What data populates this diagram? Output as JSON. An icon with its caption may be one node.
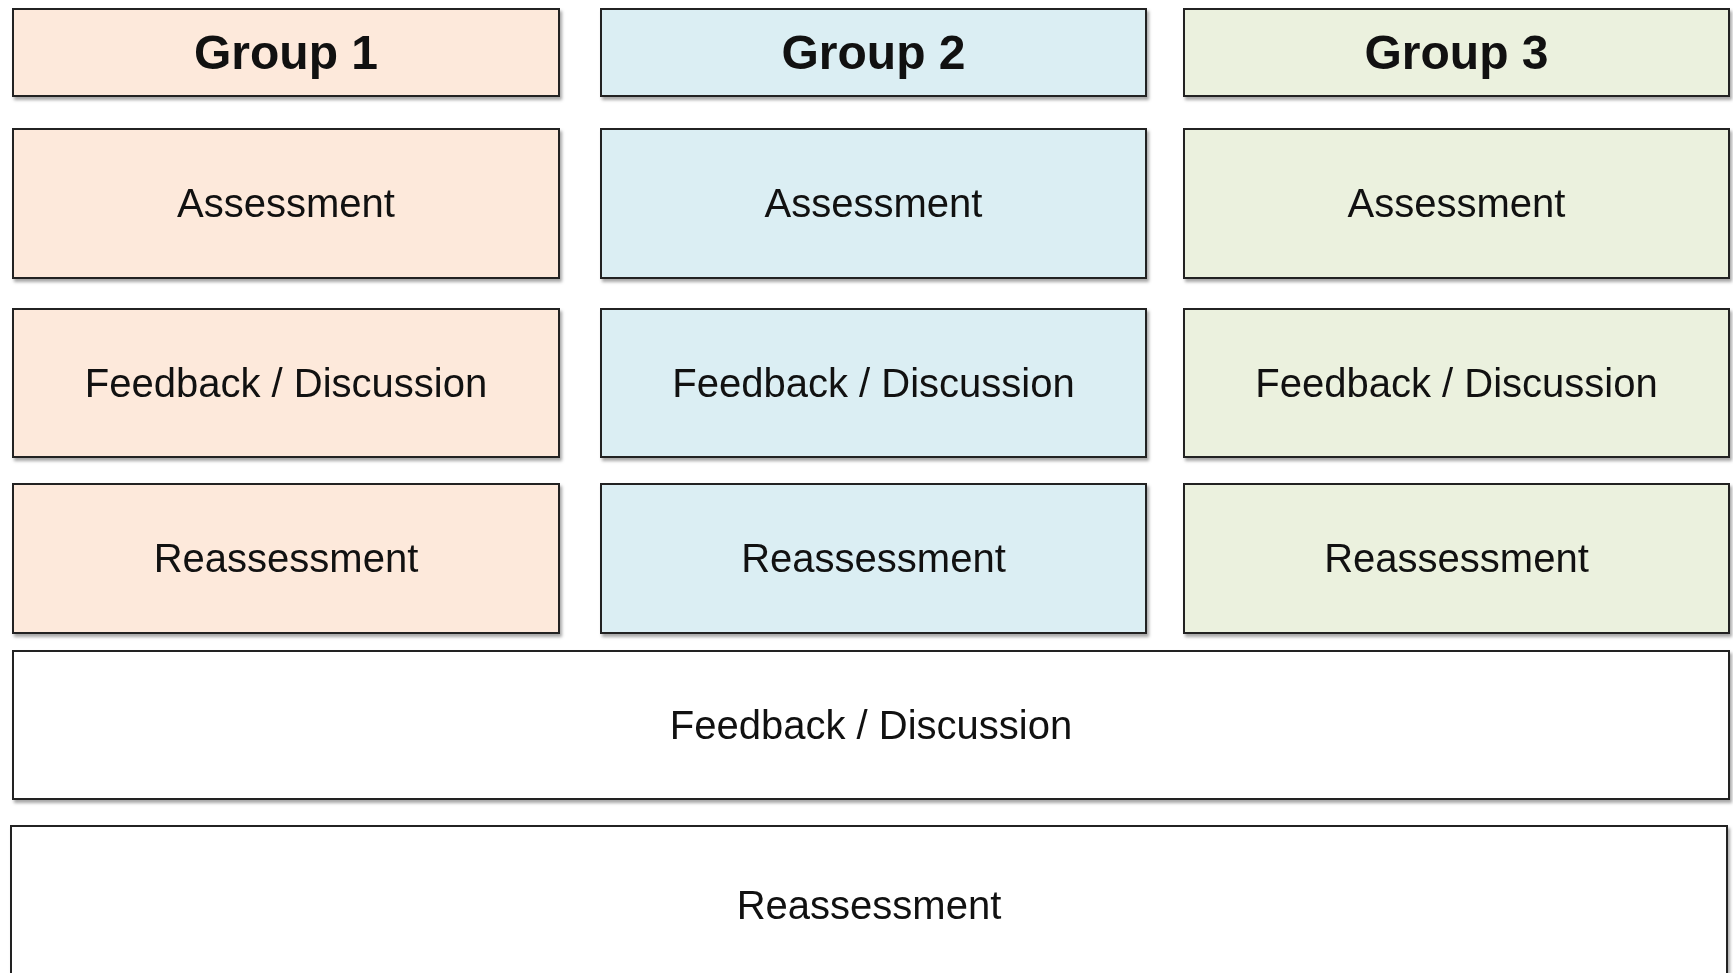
{
  "diagram": {
    "nodes": [
      {
        "text": [
          "Group 1"
        ]
      },
      {
        "text": [
          "Group 2"
        ]
      },
      {
        "text": [
          "Group 3"
        ]
      },
      {
        "text": [
          "Assessment"
        ]
      },
      {
        "text": [
          "Assessment"
        ]
      },
      {
        "text": [
          "Assessment"
        ]
      },
      {
        "text": [
          "Feedback / Discussion"
        ]
      },
      {
        "text": [
          "Feedback / Discussion"
        ]
      },
      {
        "text": [
          "Feedback / Discussion"
        ]
      },
      {
        "text": [
          "Reassessment"
        ]
      },
      {
        "text": [
          "Reassessment"
        ]
      },
      {
        "text": [
          "Reassessment"
        ]
      },
      {
        "text": [
          "Feedback / Discussion"
        ]
      },
      {
        "text": [
          "Reassessment"
        ]
      }
    ],
    "edges": []
  }
}
